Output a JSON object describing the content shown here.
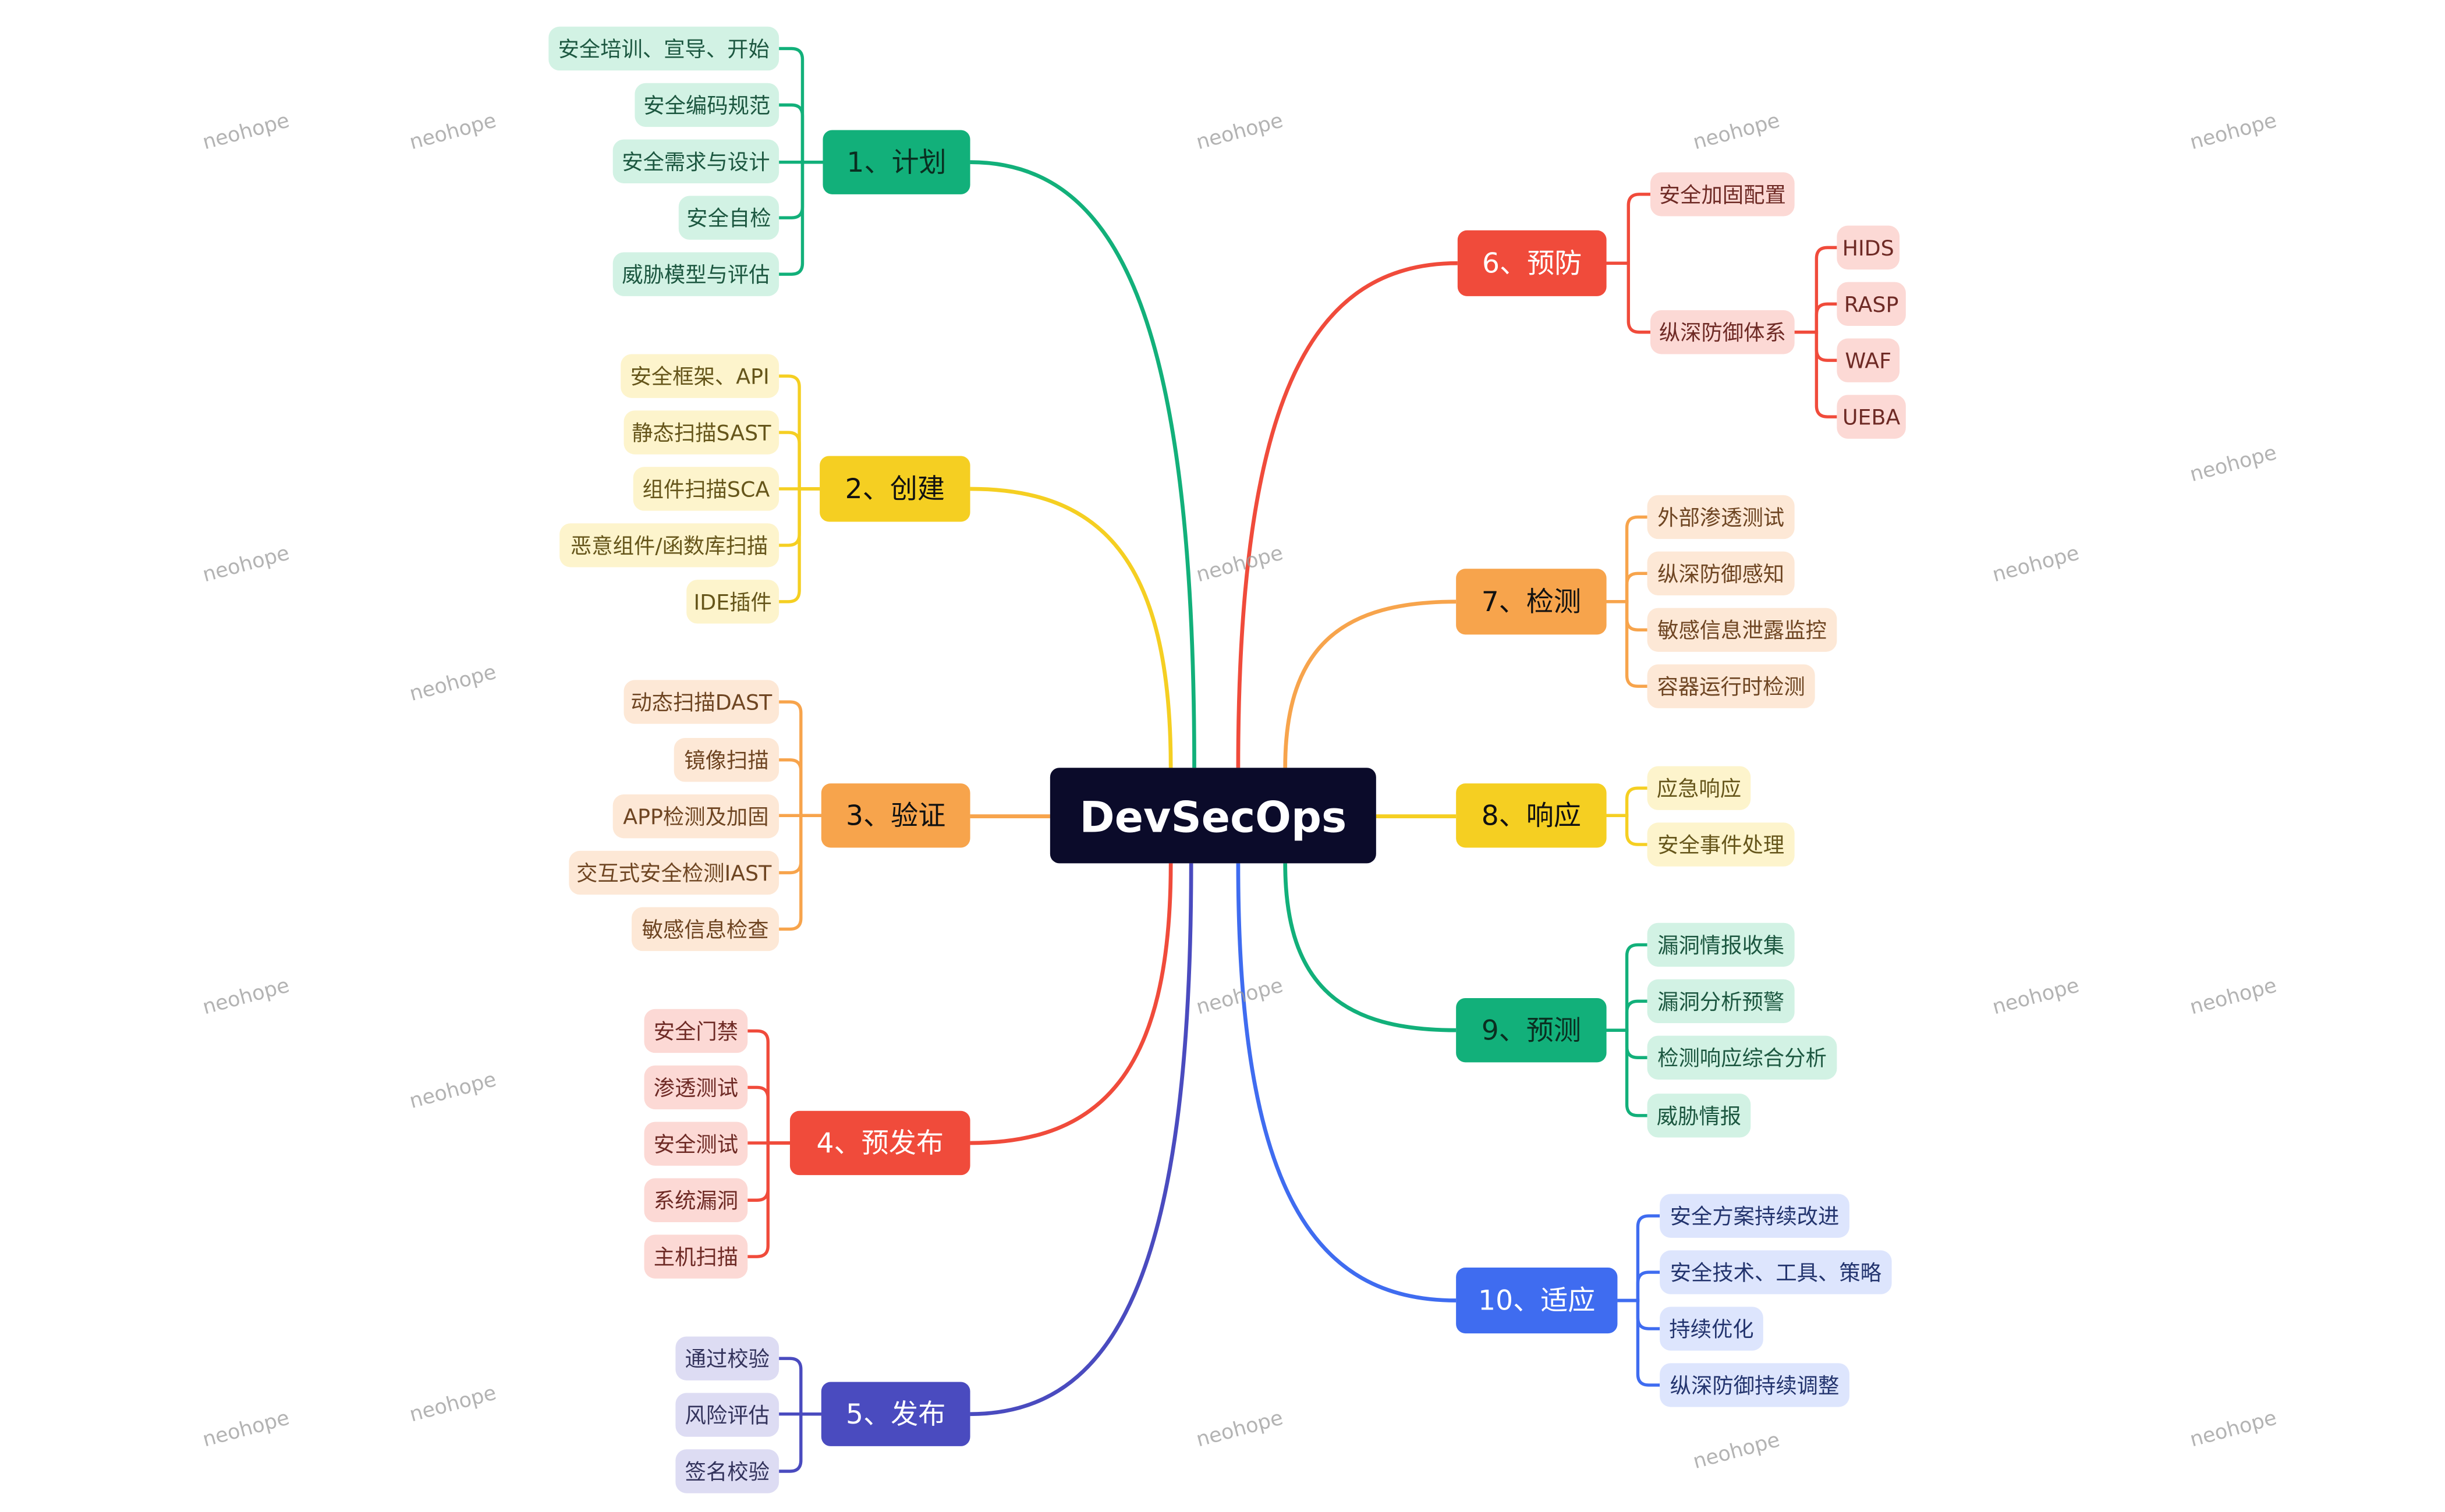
{
  "root": {
    "label": "DevSecOps",
    "color": "#0b0b2a"
  },
  "watermark": "neohope",
  "branches": [
    {
      "label": "1、计划",
      "color": "#12b07a",
      "light": "#d2f2e4",
      "ink": "#1c5740",
      "children": [
        {
          "label": "安全培训、宣导、开始"
        },
        {
          "label": "安全编码规范"
        },
        {
          "label": "安全需求与设计"
        },
        {
          "label": "安全自检"
        },
        {
          "label": "威胁模型与评估"
        }
      ]
    },
    {
      "label": "2、创建",
      "color": "#f5cf22",
      "light": "#fdf4cc",
      "ink": "#65551a",
      "children": [
        {
          "label": "安全框架、API"
        },
        {
          "label": "静态扫描SAST"
        },
        {
          "label": "组件扫描SCA"
        },
        {
          "label": "恶意组件/函数库扫描"
        },
        {
          "label": "IDE插件"
        }
      ]
    },
    {
      "label": "3、验证",
      "color": "#f7a44c",
      "light": "#fde8d6",
      "ink": "#6e4522",
      "children": [
        {
          "label": "动态扫描DAST"
        },
        {
          "label": "镜像扫描"
        },
        {
          "label": "APP检测及加固"
        },
        {
          "label": "交互式安全检测IAST"
        },
        {
          "label": "敏感信息检查"
        }
      ]
    },
    {
      "label": "4、预发布",
      "color": "#f04b3b",
      "light": "#fcd9d5",
      "ink": "#6e2a25",
      "children": [
        {
          "label": "安全门禁"
        },
        {
          "label": "渗透测试"
        },
        {
          "label": "安全测试"
        },
        {
          "label": "系统漏洞"
        },
        {
          "label": "主机扫描"
        }
      ]
    },
    {
      "label": "5、发布",
      "color": "#4a4bbf",
      "light": "#dddcf3",
      "ink": "#33335c",
      "children": [
        {
          "label": "通过校验"
        },
        {
          "label": "风险评估"
        },
        {
          "label": "签名校验"
        }
      ]
    },
    {
      "label": "6、预防",
      "color": "#f04b3b",
      "light": "#fcd9d5",
      "ink": "#6e2a25",
      "children": [
        {
          "label": "安全加固配置"
        },
        {
          "label": "纵深防御体系",
          "children": [
            {
              "label": "HIDS"
            },
            {
              "label": "RASP"
            },
            {
              "label": "WAF"
            },
            {
              "label": "UEBA"
            }
          ]
        }
      ]
    },
    {
      "label": "7、检测",
      "color": "#f7a44c",
      "light": "#fde8d6",
      "ink": "#6e4522",
      "children": [
        {
          "label": "外部渗透测试"
        },
        {
          "label": "纵深防御感知"
        },
        {
          "label": "敏感信息泄露监控"
        },
        {
          "label": "容器运行时检测"
        }
      ]
    },
    {
      "label": "8、响应",
      "color": "#f5cf22",
      "light": "#fdf4cc",
      "ink": "#65551a",
      "children": [
        {
          "label": "应急响应"
        },
        {
          "label": "安全事件处理"
        }
      ]
    },
    {
      "label": "9、预测",
      "color": "#12b07a",
      "light": "#d2f2e4",
      "ink": "#1c5740",
      "children": [
        {
          "label": "漏洞情报收集"
        },
        {
          "label": "漏洞分析预警"
        },
        {
          "label": "检测响应综合分析"
        },
        {
          "label": "威胁情报"
        }
      ]
    },
    {
      "label": "10、适应",
      "color": "#3f6cf0",
      "light": "#dde5fd",
      "ink": "#23346e",
      "children": [
        {
          "label": "安全方案持续改进"
        },
        {
          "label": "安全技术、工具、策略"
        },
        {
          "label": "持续优化"
        },
        {
          "label": "纵深防御持续调整"
        }
      ]
    }
  ]
}
